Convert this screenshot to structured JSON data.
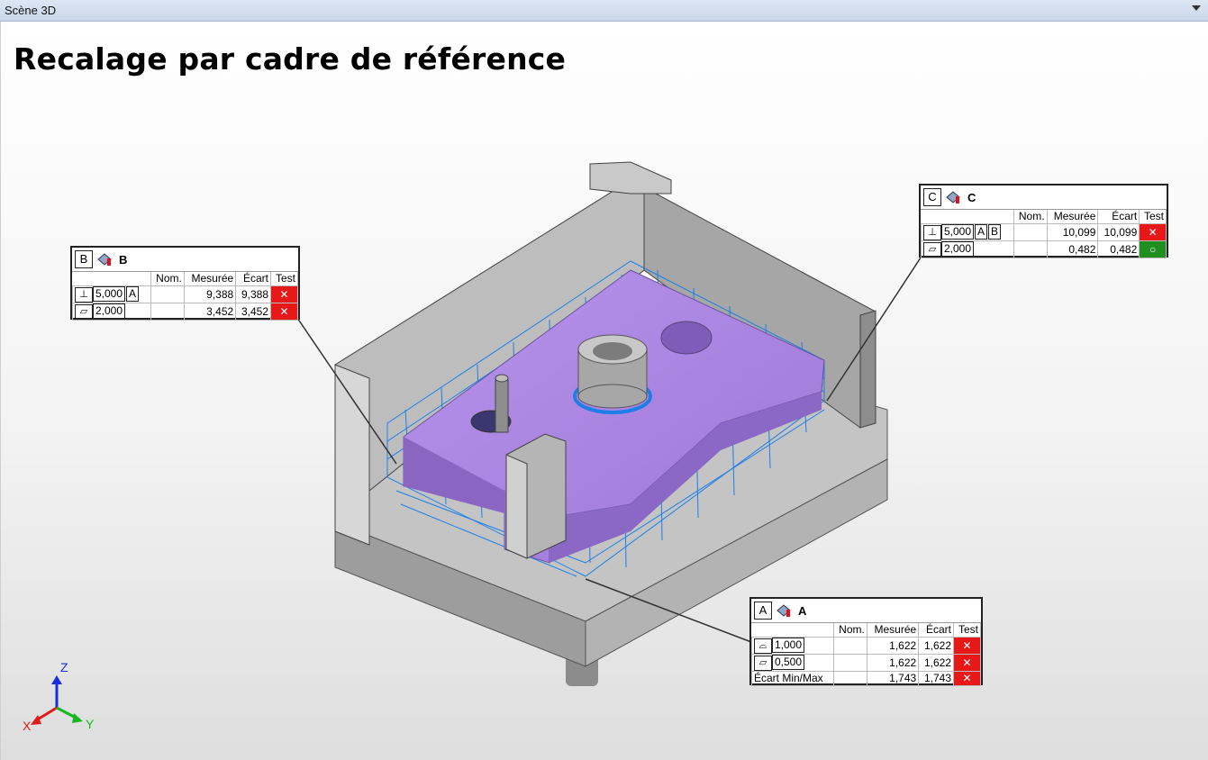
{
  "window": {
    "title": "Scène 3D"
  },
  "heading": "Recalage par cadre de référence",
  "columns": {
    "nom": "Nom.",
    "mesuree": "Mesurée",
    "ecart": "Écart",
    "test": "Test"
  },
  "callouts": {
    "b": {
      "letter": "B",
      "name": "B",
      "rows": [
        {
          "symbol": "⊥",
          "tolerance": "5,000",
          "refs": "A",
          "measured": "9,388",
          "deviation": "9,388",
          "test": "fail",
          "test_glyph": "✕"
        },
        {
          "symbol": "▱",
          "tolerance": "2,000",
          "refs": "",
          "measured": "3,452",
          "deviation": "3,452",
          "test": "fail",
          "test_glyph": "✕"
        }
      ]
    },
    "c": {
      "letter": "C",
      "name": "C",
      "rows": [
        {
          "symbol": "⊥",
          "tolerance": "5,000",
          "refs": "A",
          "refs2": "B",
          "measured": "10,099",
          "deviation": "10,099",
          "test": "fail",
          "test_glyph": "✕"
        },
        {
          "symbol": "▱",
          "tolerance": "2,000",
          "refs": "",
          "measured": "0,482",
          "deviation": "0,482",
          "test": "pass",
          "test_glyph": "○"
        }
      ]
    },
    "a": {
      "letter": "A",
      "name": "A",
      "rows": [
        {
          "symbol": "⌓",
          "tolerance": "1,000",
          "measured": "1,622",
          "deviation": "1,622",
          "test": "fail",
          "test_glyph": "✕"
        },
        {
          "symbol": "▱",
          "tolerance": "0,500",
          "measured": "1,622",
          "deviation": "1,622",
          "test": "fail",
          "test_glyph": "✕"
        }
      ],
      "minmax": {
        "label": "Écart Min/Max",
        "measured": "1,743",
        "deviation": "1,743",
        "test": "fail",
        "test_glyph": "✕"
      }
    }
  },
  "triad": {
    "x": "X",
    "y": "Y",
    "z": "Z"
  },
  "colors": {
    "part": "#a985e0",
    "fixture": "#b8b8b8",
    "mesh": "#1e7ee8",
    "fail": "#e81818",
    "pass": "#1f8f1f"
  }
}
